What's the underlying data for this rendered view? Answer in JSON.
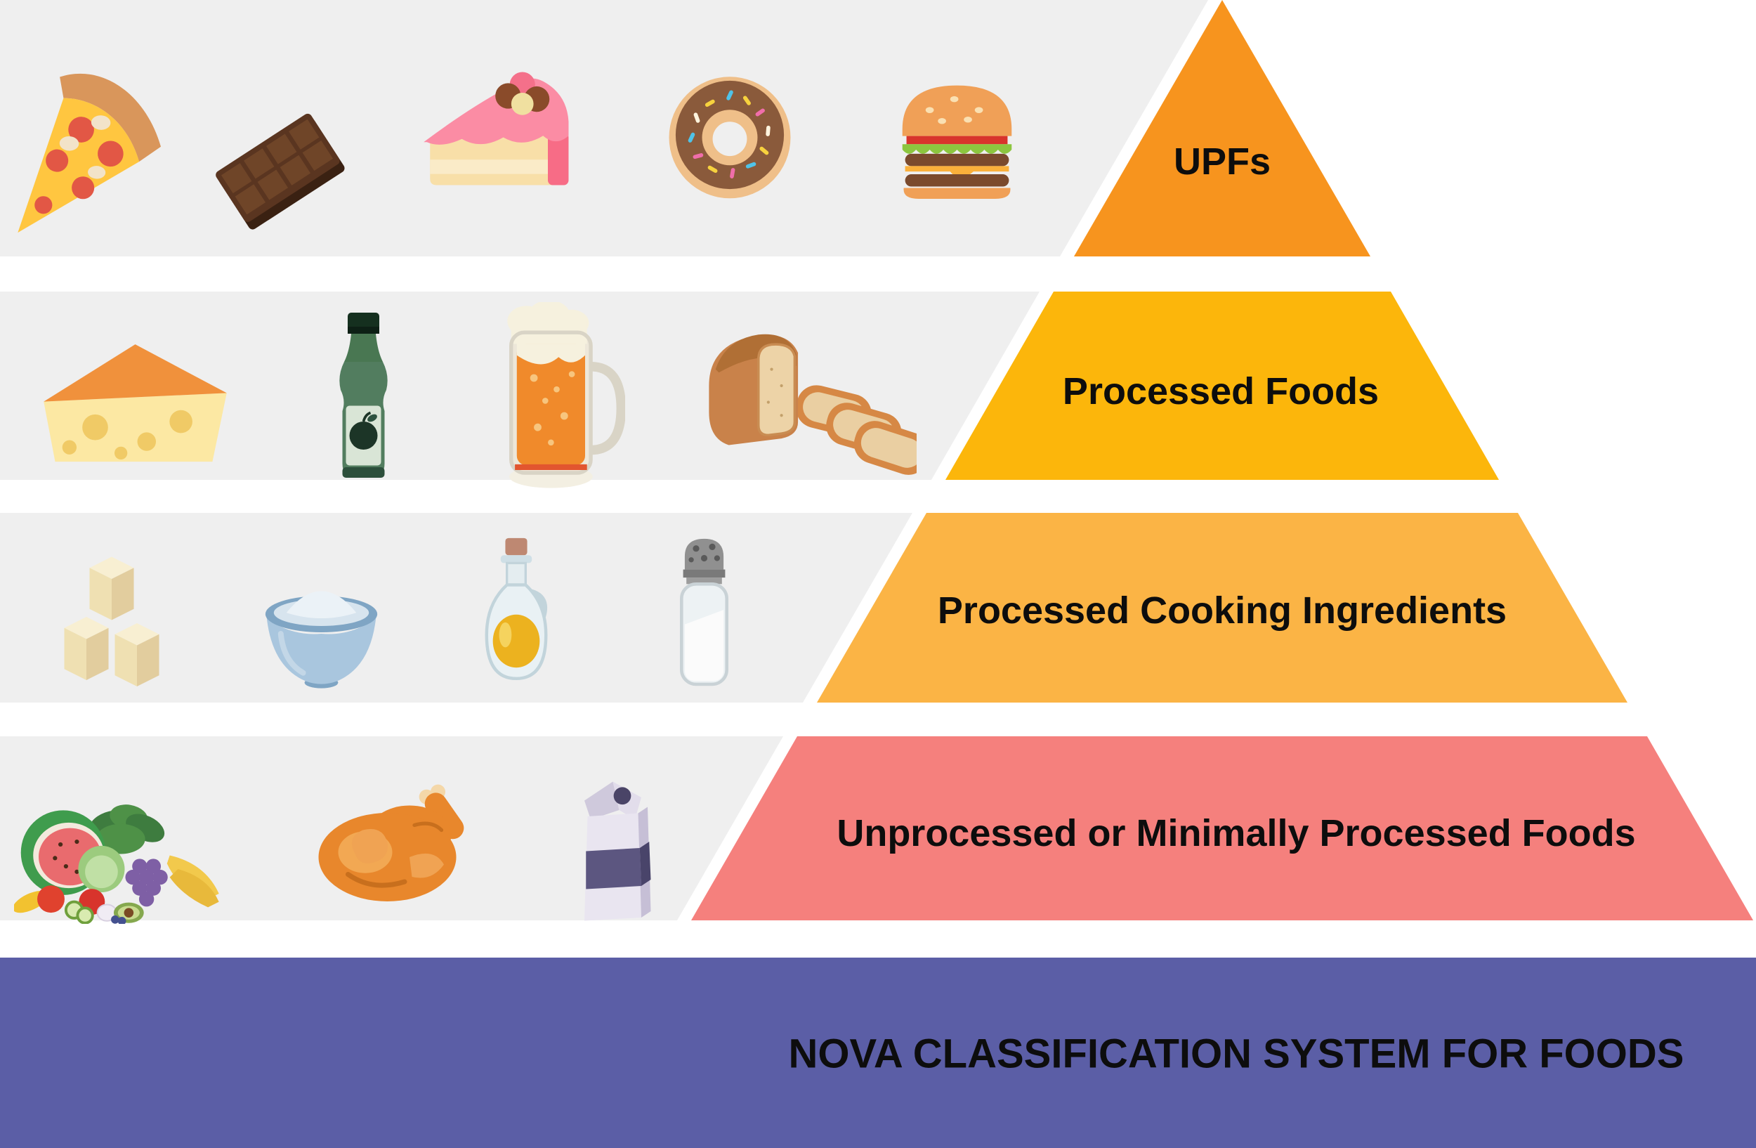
{
  "colors": {
    "page_bg": "#FFFFFF",
    "band_bg": "#EFEFEF",
    "label_text": "#0D0D0D"
  },
  "banner": {
    "label": "NOVA CLASSIFICATION SYSTEM FOR FOODS",
    "bg_color": "#5B5EA6"
  },
  "tiers": [
    {
      "label": "UPFs",
      "color": "#F7941E",
      "items": [
        "pizza slice",
        "chocolate bar",
        "cake slice",
        "donut",
        "cheeseburger"
      ]
    },
    {
      "label": "Processed Foods",
      "color": "#FCB60B",
      "items": [
        "cheese wedge",
        "bottled drink",
        "beer mug",
        "sliced bread loaf"
      ]
    },
    {
      "label": "Processed Cooking Ingredients",
      "color": "#FBB445",
      "items": [
        "sugar cubes",
        "bowl of flour",
        "oil bottle",
        "salt shaker"
      ]
    },
    {
      "label": "Unprocessed or Minimally Processed Foods",
      "color": "#F5807D",
      "items": [
        "fruits and vegetables",
        "roast chicken",
        "milk carton"
      ]
    }
  ]
}
